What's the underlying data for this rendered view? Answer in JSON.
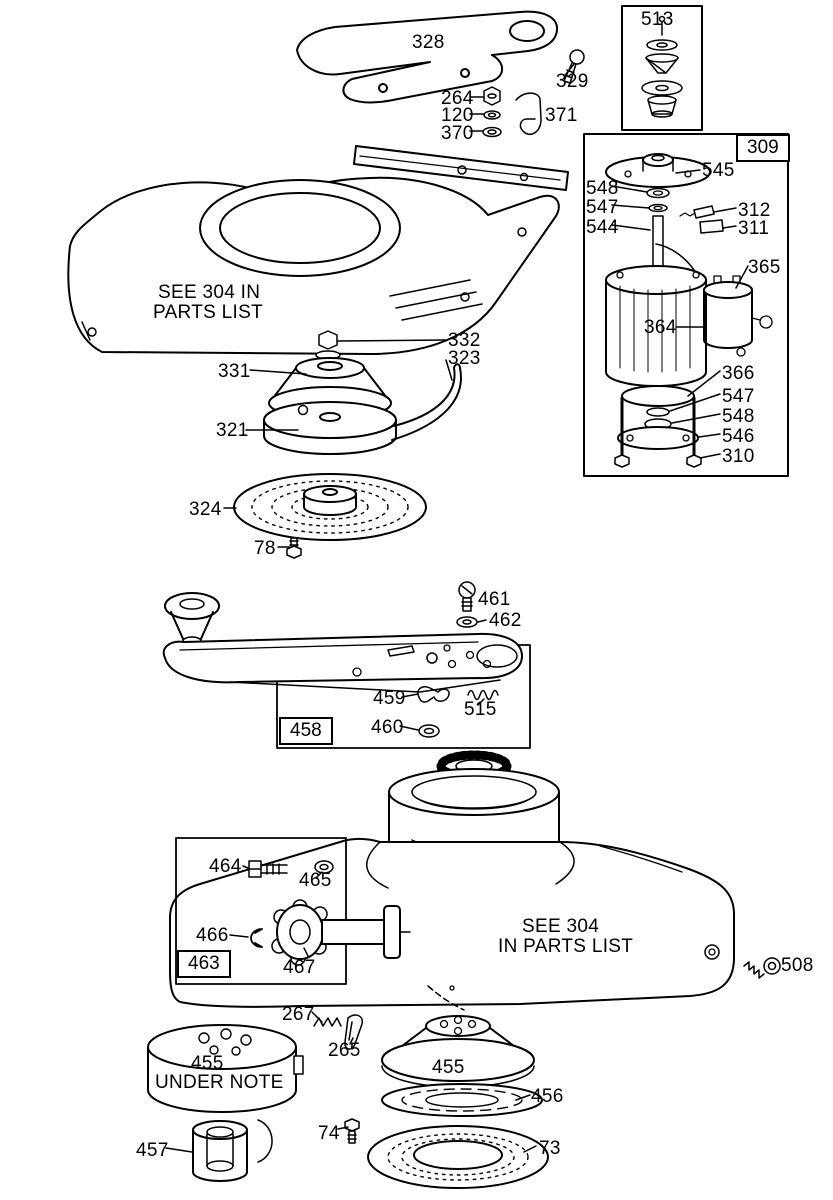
{
  "page": {
    "background": "#ffffff",
    "ink": "#000000"
  },
  "labels": [
    {
      "id": "inset-513",
      "text": "513"
    },
    {
      "id": "328",
      "text": "328"
    },
    {
      "id": "329",
      "text": "329"
    },
    {
      "id": "264",
      "text": "264"
    },
    {
      "id": "120",
      "text": "120"
    },
    {
      "id": "370",
      "text": "370"
    },
    {
      "id": "371",
      "text": "371"
    },
    {
      "id": "inset-309",
      "text": "309"
    },
    {
      "id": "545",
      "text": "545"
    },
    {
      "id": "548-upper",
      "text": "548"
    },
    {
      "id": "547-upper",
      "text": "547"
    },
    {
      "id": "544",
      "text": "544"
    },
    {
      "id": "312",
      "text": "312"
    },
    {
      "id": "311",
      "text": "311"
    },
    {
      "id": "365",
      "text": "365"
    },
    {
      "id": "364",
      "text": "364"
    },
    {
      "id": "366",
      "text": "366"
    },
    {
      "id": "547-lower",
      "text": "547"
    },
    {
      "id": "548-lower",
      "text": "548"
    },
    {
      "id": "546",
      "text": "546"
    },
    {
      "id": "310",
      "text": "310"
    },
    {
      "id": "note-top-1",
      "text": "SEE 304 IN"
    },
    {
      "id": "note-top-2",
      "text": "PARTS LIST"
    },
    {
      "id": "332",
      "text": "332"
    },
    {
      "id": "323",
      "text": "323"
    },
    {
      "id": "331",
      "text": "331"
    },
    {
      "id": "321",
      "text": "321"
    },
    {
      "id": "324",
      "text": "324"
    },
    {
      "id": "78",
      "text": "78"
    },
    {
      "id": "461",
      "text": "461"
    },
    {
      "id": "462",
      "text": "462"
    },
    {
      "id": "459",
      "text": "459"
    },
    {
      "id": "515",
      "text": "515"
    },
    {
      "id": "inset-458",
      "text": "458"
    },
    {
      "id": "460",
      "text": "460"
    },
    {
      "id": "464",
      "text": "464"
    },
    {
      "id": "465",
      "text": "465"
    },
    {
      "id": "466",
      "text": "466"
    },
    {
      "id": "inset-463",
      "text": "463"
    },
    {
      "id": "467",
      "text": "467"
    },
    {
      "id": "note-bottom-1",
      "text": "SEE 304"
    },
    {
      "id": "note-bottom-2",
      "text": "IN PARTS LIST"
    },
    {
      "id": "508",
      "text": "508"
    },
    {
      "id": "267",
      "text": "267"
    },
    {
      "id": "265",
      "text": "265"
    },
    {
      "id": "455-left",
      "text": "455"
    },
    {
      "id": "under-note",
      "text": "UNDER NOTE"
    },
    {
      "id": "455-center",
      "text": "455"
    },
    {
      "id": "456",
      "text": "456"
    },
    {
      "id": "74",
      "text": "74"
    },
    {
      "id": "73",
      "text": "73"
    },
    {
      "id": "457",
      "text": "457"
    }
  ]
}
